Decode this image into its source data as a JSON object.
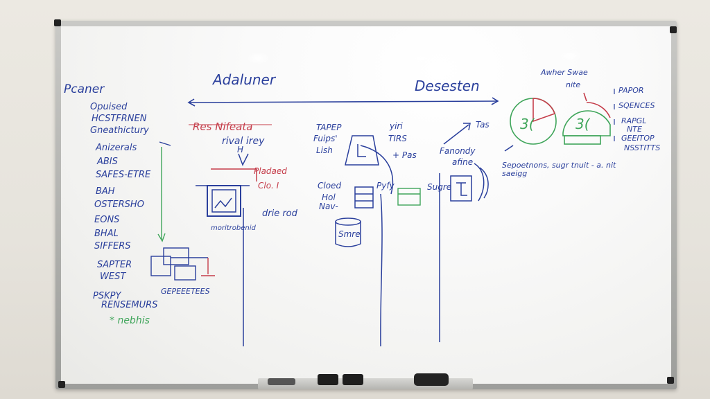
{
  "colors": {
    "blue": "#2a3f9c",
    "red": "#c53d4a",
    "green": "#3fa55a",
    "wall": "#e7e4dd",
    "frame": "#b4b5b2"
  },
  "board": {
    "title_left": "Adaluner",
    "title_right": "Desesten",
    "left_list": {
      "heading": "Pcaner",
      "items": [
        "Opuised",
        "HCSTFRNEN",
        "Gneathictury",
        "Anizerals",
        "ABIS",
        "SAFES-ETRE",
        "BAH",
        "OSTERSHO",
        "EONS",
        "BHAL",
        "SIFFERS",
        "SAPTER",
        "WEST",
        "PSKPY",
        "RENSEMURS"
      ],
      "footnote": "* nebhis"
    },
    "left_diagram": {
      "caption": "GEPEEETEES"
    },
    "col1": {
      "red_heading": "Res Nifeata",
      "note": "rival irey",
      "note2": "H",
      "red_label_a": "Pladaed",
      "red_label_b": "Clo. I",
      "box_label": "moritrobenid",
      "side_note": "drie rod"
    },
    "col2": {
      "note_a": "TAPEP",
      "note_b": "Fuips'",
      "note_c": "Lish",
      "note_d": "TIRS",
      "note_e": "+ Pas",
      "note_f": "yiri",
      "left_a": "Cloed",
      "left_b": "Hol",
      "left_c": "Nav-",
      "side": "Pyfy",
      "db_label": "Smre"
    },
    "col3": {
      "arrow_note": "Tas",
      "label": "Fanondy",
      "sub": "afine",
      "side": "Sugre"
    },
    "right_notes": {
      "top": "Awher Swae",
      "sub": "nite",
      "items": [
        "PAPOR",
        "SQENCES",
        "RAPGL",
        "NTE",
        "GEEITOP",
        "NSSTITTS"
      ],
      "bottom": "Sepoetnons, sugr tnuit - a. nit",
      "bottom2": "saeigg",
      "gauge_a": "3(",
      "gauge_b": "3("
    }
  }
}
